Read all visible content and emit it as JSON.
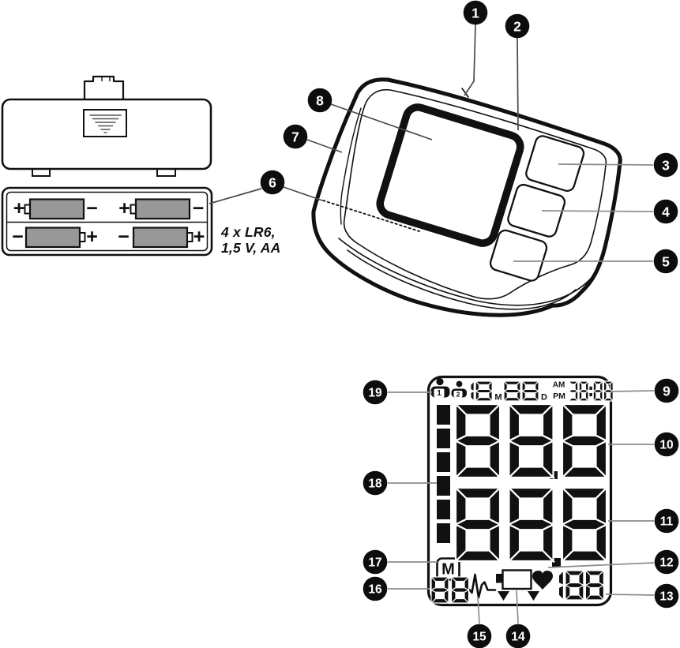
{
  "battery_info": {
    "line1": "4 x LR6,",
    "line2": "1,5 V, AA"
  },
  "battery_compartment": {
    "plus": "+",
    "minus": "−"
  },
  "callouts": [
    {
      "label": "1"
    },
    {
      "label": "2"
    },
    {
      "label": "3"
    },
    {
      "label": "4"
    },
    {
      "label": "5"
    },
    {
      "label": "6"
    },
    {
      "label": "7"
    },
    {
      "label": "8"
    },
    {
      "label": "9"
    },
    {
      "label": "10"
    },
    {
      "label": "11"
    },
    {
      "label": "12"
    },
    {
      "label": "13"
    },
    {
      "label": "14"
    },
    {
      "label": "15"
    },
    {
      "label": "16"
    },
    {
      "label": "17"
    },
    {
      "label": "18"
    },
    {
      "label": "19"
    }
  ],
  "lcd": {
    "user1": "1",
    "user2": "2",
    "month_value": "18",
    "month_label": "M",
    "day_value": "88",
    "day_label": "D",
    "am_label": "AM",
    "pm_label": "PM",
    "time_value": "38:88",
    "systolic_value": "888",
    "diastolic_value": "888",
    "memory_symbol": "M",
    "memory_value": "88",
    "pulse_value": "188"
  },
  "colors": {
    "ink": "#111111",
    "leader_line": "#8c8c8c",
    "dark_line": "#4a4a4a",
    "battery_fill": "#989898"
  }
}
